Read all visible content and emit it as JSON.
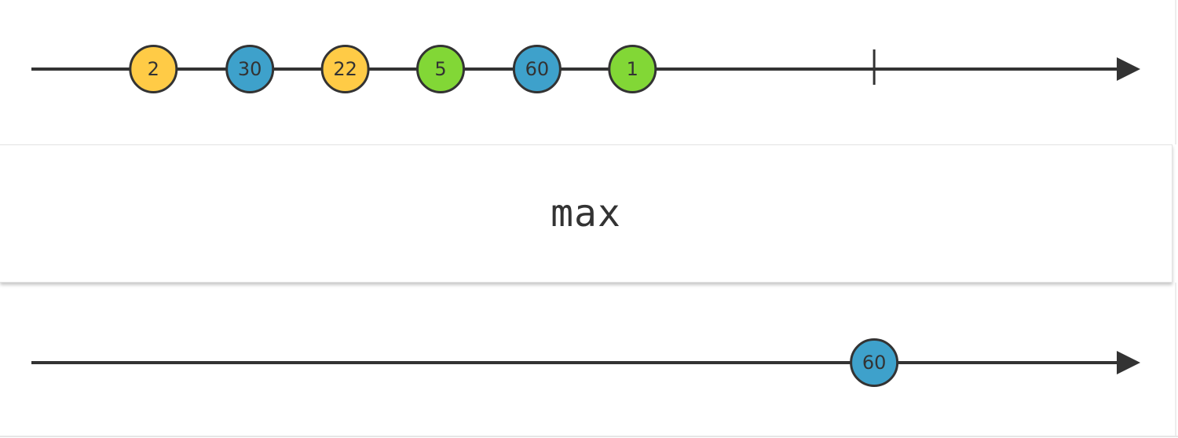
{
  "operator": {
    "name": "max"
  },
  "colors": {
    "line": "#333333",
    "yellow": "#ffcb46",
    "blue": "#3ea1cb",
    "green": "#82d736"
  },
  "input": {
    "marbles": [
      {
        "label": "2",
        "color": "yellow",
        "time": 0.11
      },
      {
        "label": "30",
        "color": "blue",
        "time": 0.197
      },
      {
        "label": "22",
        "color": "yellow",
        "time": 0.283
      },
      {
        "label": "5",
        "color": "green",
        "time": 0.369
      },
      {
        "label": "60",
        "color": "blue",
        "time": 0.456
      },
      {
        "label": "1",
        "color": "green",
        "time": 0.542
      }
    ],
    "completion_time": 0.76
  },
  "output": {
    "marbles": [
      {
        "label": "60",
        "color": "blue",
        "time": 0.76
      }
    ],
    "completion_time": 0.76
  }
}
